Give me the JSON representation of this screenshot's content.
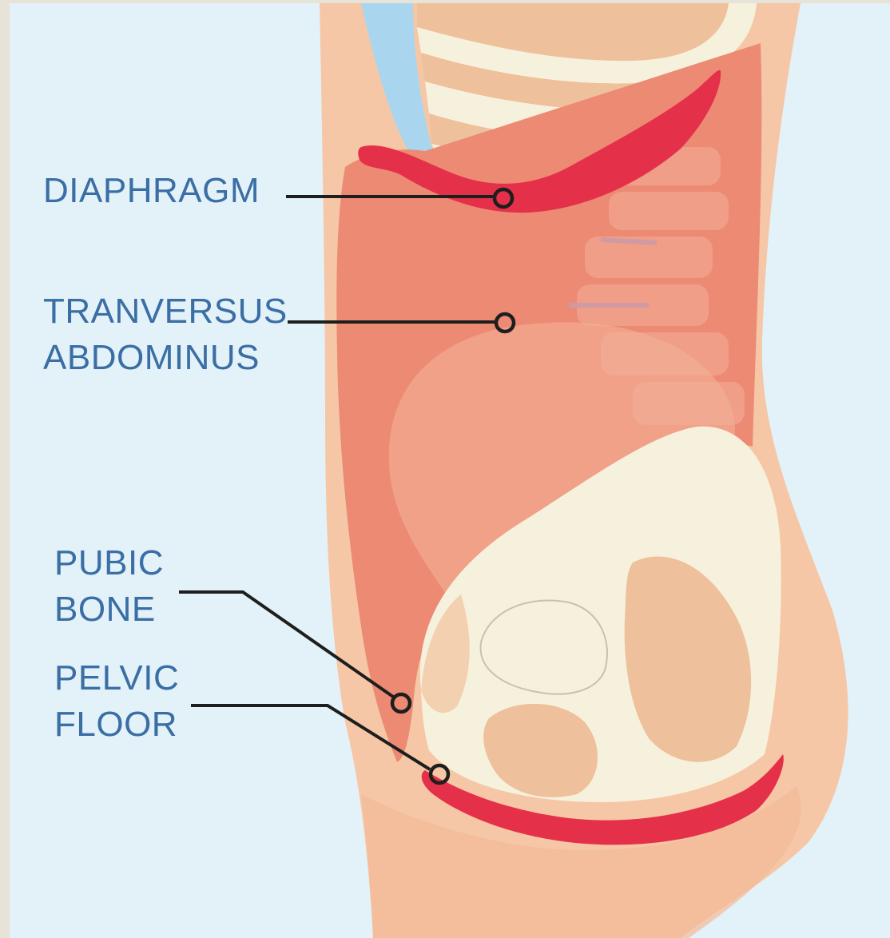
{
  "labels": {
    "diaphragm": [
      "DIAPHRAGM"
    ],
    "transversus": [
      "TRANVERSUS",
      "ABDOMINUS"
    ],
    "pubic_bone": [
      "PUBIC",
      "BONE"
    ],
    "pelvic_floor": [
      "PELVIC",
      "FLOOR"
    ]
  },
  "colors": {
    "background": "#e3f2f8",
    "label_text": "#3a6ea5",
    "muscle_highlight": "#e5304a",
    "transversus_muscle": "#ec8a74",
    "bone": "#f6f1dc",
    "skin": "#f6c7a6",
    "leader_line": "#1e1e1e"
  }
}
